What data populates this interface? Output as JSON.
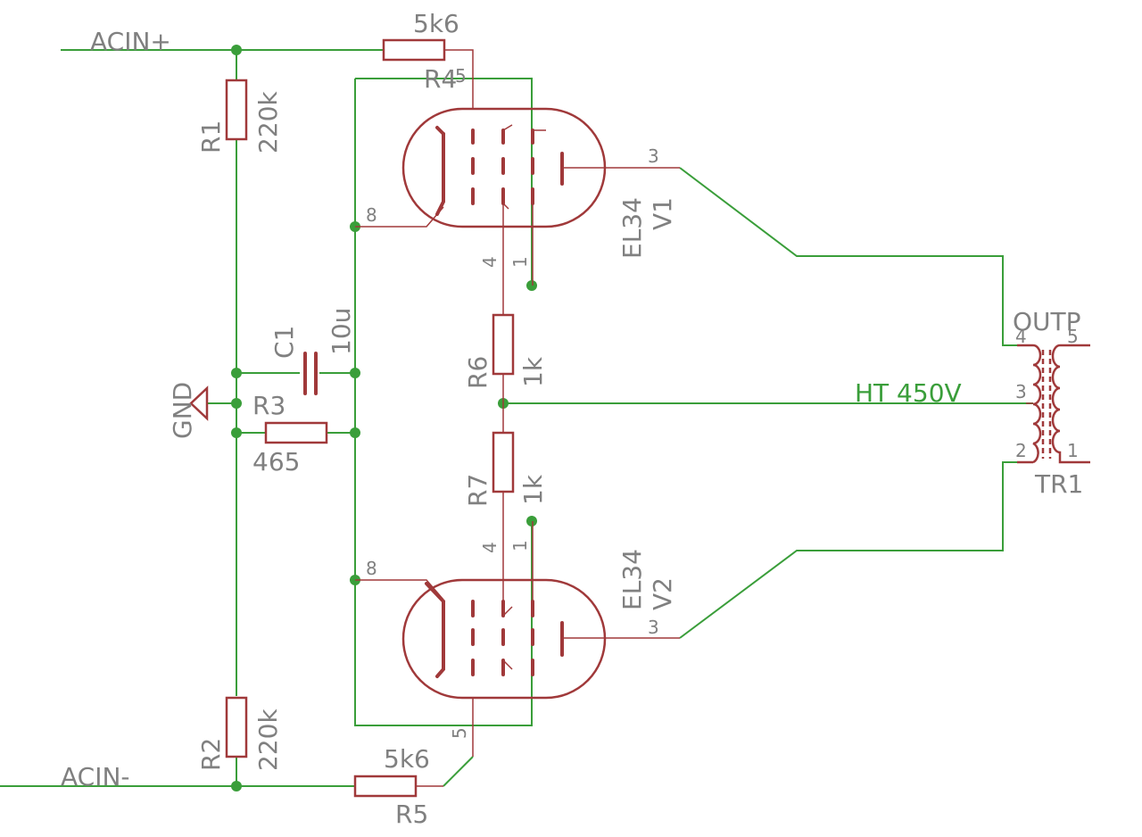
{
  "schematic": {
    "nets": {
      "acin_plus": "ACIN+",
      "acin_minus": "ACIN-",
      "gnd": "GND",
      "ht": "HT 450V"
    },
    "components": {
      "R1": {
        "name": "R1",
        "value": "220k"
      },
      "R2": {
        "name": "R2",
        "value": "220k"
      },
      "R3": {
        "name": "R3",
        "value": "465"
      },
      "R4": {
        "name": "R4",
        "value": "5k6"
      },
      "R5": {
        "name": "R5",
        "value": "5k6"
      },
      "R6": {
        "name": "R6",
        "value": "1k"
      },
      "R7": {
        "name": "R7",
        "value": "1k"
      },
      "C1": {
        "name": "C1",
        "value": "10u"
      },
      "V1": {
        "name": "V1",
        "value": "EL34"
      },
      "V2": {
        "name": "V2",
        "value": "EL34"
      },
      "TR1": {
        "name": "TR1",
        "value": "OUTP"
      }
    },
    "pins": {
      "v1_grid": "5",
      "v1_cathode": "8",
      "v1_screen": "4",
      "v1_heater": "1",
      "v1_anode": "3",
      "v2_grid": "5",
      "v2_cathode": "8",
      "v2_screen": "4",
      "v2_heater": "1",
      "v2_anode": "3",
      "tr1_p1": "4",
      "tr1_p2": "3",
      "tr1_p3": "2",
      "tr1_s1": "5",
      "tr1_s2": "1"
    }
  }
}
